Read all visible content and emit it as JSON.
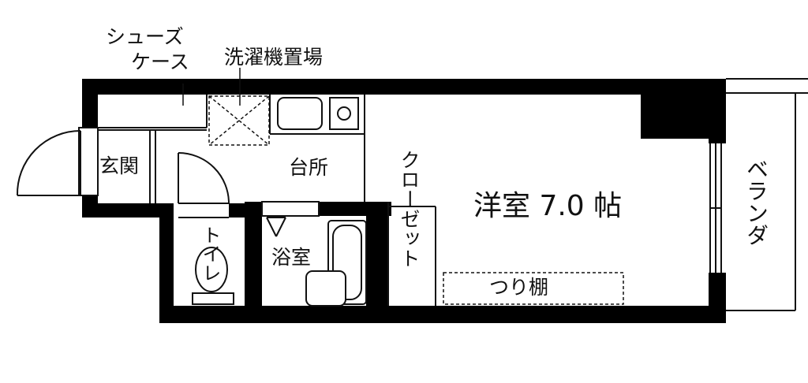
{
  "labels": {
    "shoe_case_line1": "シューズ",
    "shoe_case_line2": "ケース",
    "laundry_space": "洗濯機置場",
    "entrance": "玄関",
    "kitchen": "台所",
    "toilet": "トイレ",
    "bathroom": "浴室",
    "closet": "クローゼット",
    "western_room": "洋室 7.0 帖",
    "shelf": "つり棚",
    "balcony": "ベランダ"
  },
  "colors": {
    "wall": "#000000",
    "line": "#111111",
    "background": "#ffffff"
  }
}
